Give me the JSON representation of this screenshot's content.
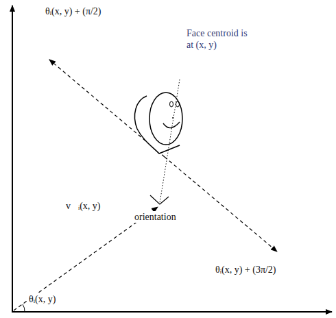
{
  "diagram": {
    "labels": [
      "θᵢ(x, y) + (π/2)",
      "Face centroid is at (x, y)",
      "v⃗ᵢ(x, y)",
      "orientation",
      "θᵢ(x, y) + (3π/2)",
      "θᵢ(x, y)"
    ]
  }
}
